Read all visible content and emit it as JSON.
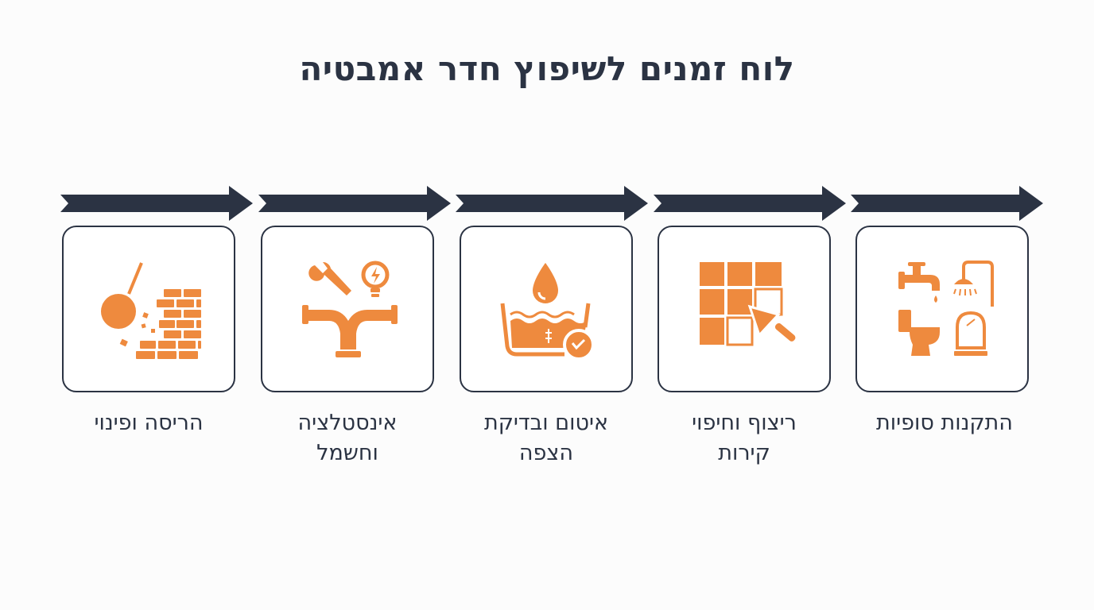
{
  "title": "לוח זמנים לשיפוץ חדר אמבטיה",
  "colors": {
    "navy": "#2b3343",
    "orange": "#ee8a3e",
    "background": "#fcfcfc"
  },
  "steps": [
    {
      "icon": "wrecking-ball-wall-icon",
      "line1": "הריסה ופינוי",
      "line2": ""
    },
    {
      "icon": "plumbing-electric-icon",
      "line1": "אינסטלציה",
      "line2": "וחשמל"
    },
    {
      "icon": "waterproofing-icon",
      "line1": "איטום ובדיקת",
      "line2": "הצפה"
    },
    {
      "icon": "tiles-trowel-icon",
      "line1": "ריצוף וחיפוי",
      "line2": "קירות"
    },
    {
      "icon": "bathroom-fixtures-icon",
      "line1": "התקנות סופיות",
      "line2": ""
    }
  ]
}
